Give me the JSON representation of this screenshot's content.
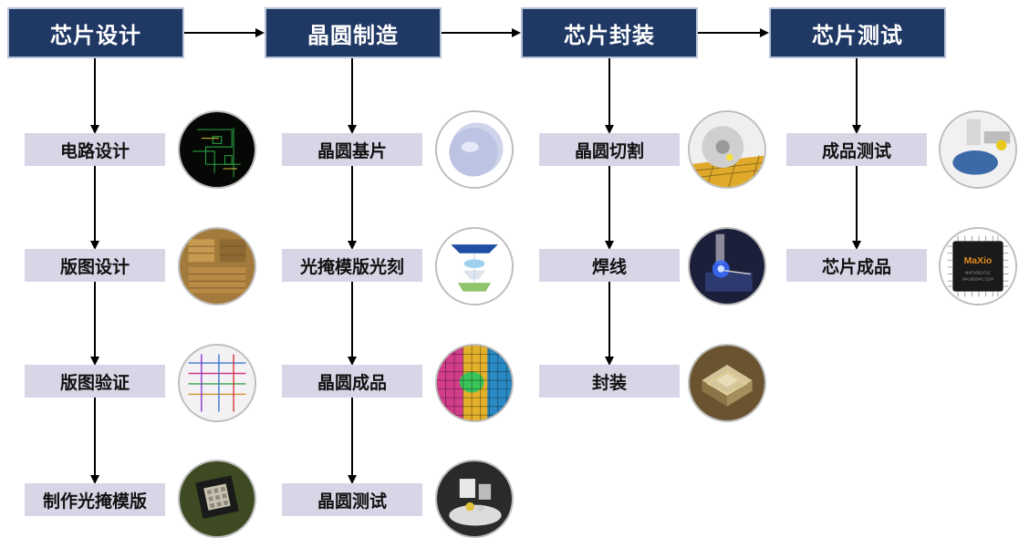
{
  "stages": [
    {
      "title": "芯片设计",
      "steps": [
        "电路设计",
        "版图设计",
        "版图验证",
        "制作光掩模版"
      ],
      "images": [
        "circuit-schematic-image",
        "layout-die-image",
        "layout-verification-image",
        "photomask-image"
      ]
    },
    {
      "title": "晶圆制造",
      "steps": [
        "晶圆基片",
        "光掩模版光刻",
        "晶圆成品",
        "晶圆测试"
      ],
      "images": [
        "wafer-substrate-image",
        "lithography-image",
        "finished-wafer-image",
        "wafer-probe-image"
      ]
    },
    {
      "title": "芯片封装",
      "steps": [
        "晶圆切割",
        "焊线",
        "封装"
      ],
      "images": [
        "dicing-saw-image",
        "wire-bonding-image",
        "package-image"
      ]
    },
    {
      "title": "芯片测试",
      "steps": [
        "成品测试",
        "芯片成品"
      ],
      "images": [
        "test-handler-image",
        "finished-chip-image"
      ]
    }
  ],
  "chip_marking": {
    "brand": "MaXio",
    "line1": "MAP1002-F1C",
    "line2": "MA1902041 2134"
  },
  "colors": {
    "header_bg": "#1f3864",
    "step_bg": "#d9d5e6",
    "arrow": "#000000"
  }
}
